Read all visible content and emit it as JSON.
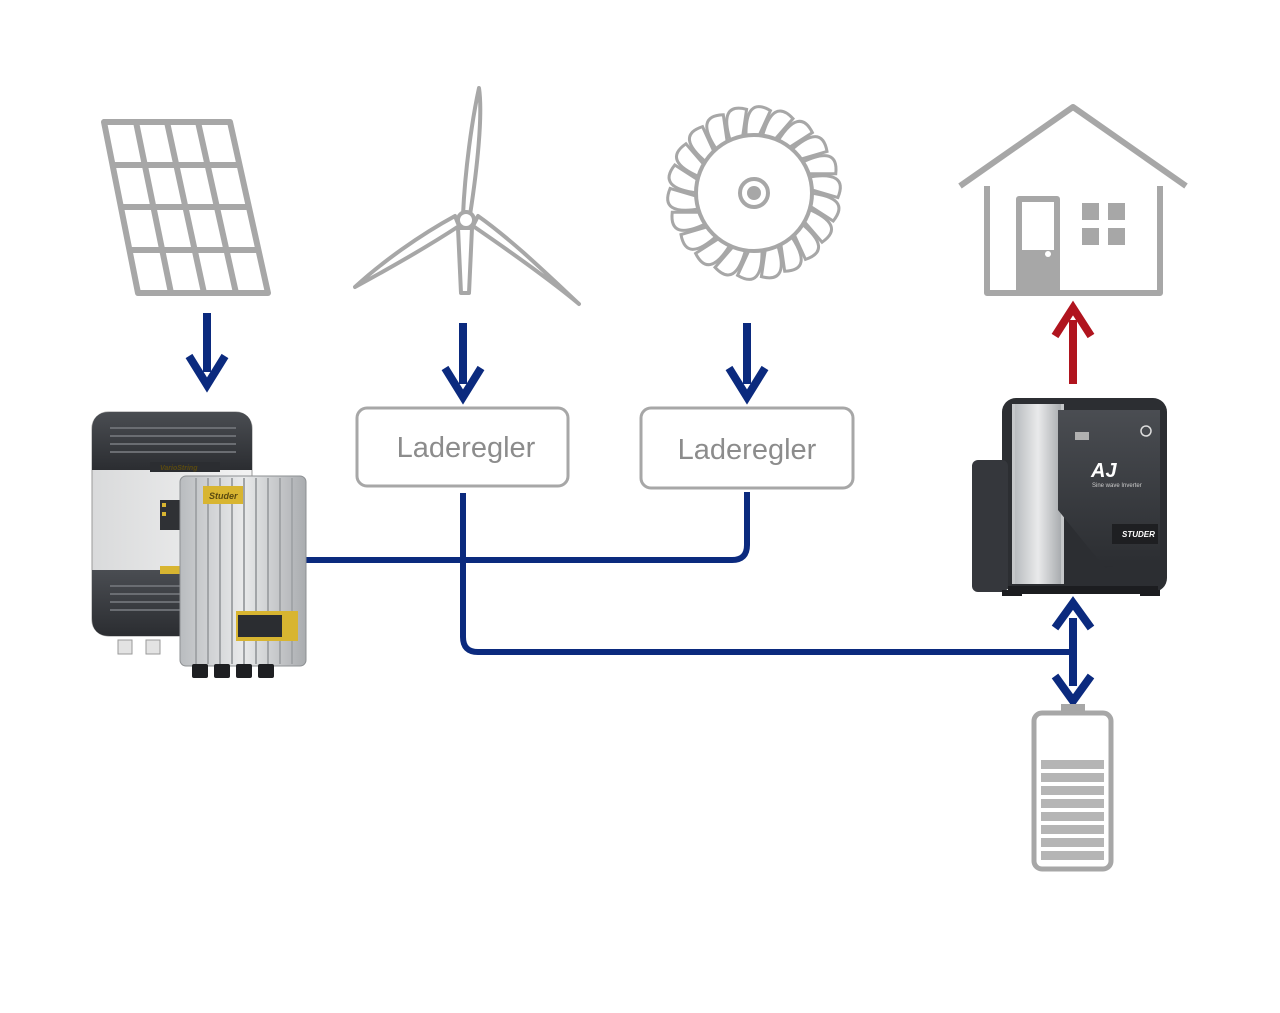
{
  "colors": {
    "flow_arrow": "#0b2a7e",
    "output_arrow": "#b0141e",
    "icon_gray": "#a7a7a7",
    "connector_line": "#0b2a7e"
  },
  "sources": [
    {
      "icon": "solar-panel-icon"
    },
    {
      "icon": "wind-turbine-icon"
    },
    {
      "icon": "water-wheel-icon"
    }
  ],
  "controllers": [
    {
      "label": "Laderegler"
    },
    {
      "label": "Laderegler"
    }
  ],
  "devices": {
    "mppt_unit": {
      "brand": "VarioString",
      "brand_small": "Studer"
    },
    "inverter": {
      "model": "AJ",
      "subtitle": "Sine wave Inverter",
      "brand": "STUDER"
    }
  },
  "loads": [
    {
      "icon": "house-icon"
    },
    {
      "icon": "battery-icon"
    }
  ]
}
